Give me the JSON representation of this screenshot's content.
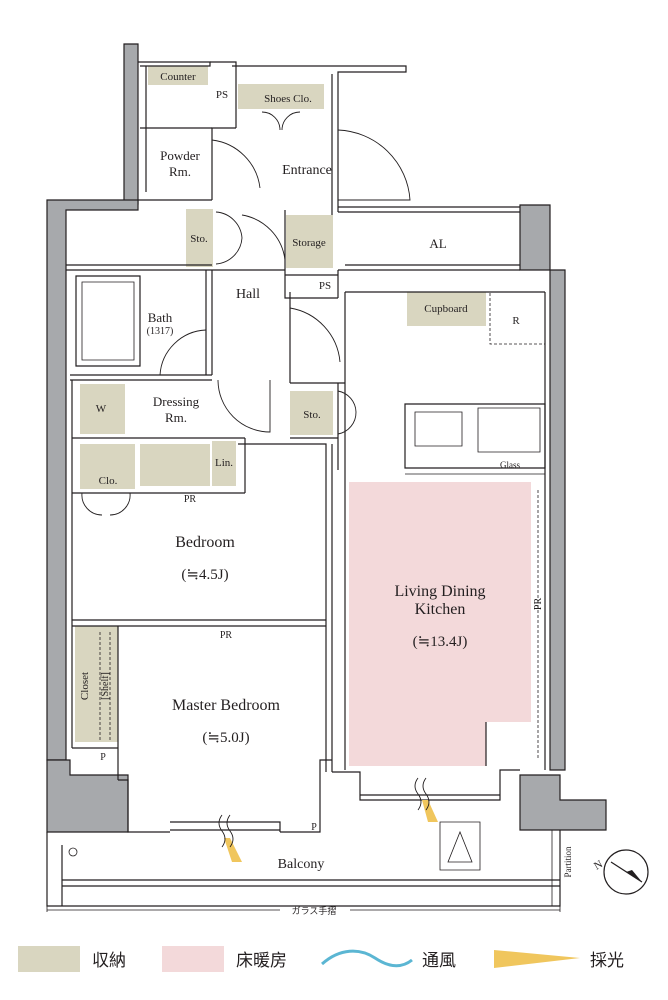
{
  "colors": {
    "storage": "#d9d6c0",
    "floor_heating": "#f3d9da",
    "wall": "#a7a9ac",
    "ventilation": "#5bb6d3",
    "daylight": "#f0c65d",
    "line": "#231f20"
  },
  "rooms": {
    "counter": "Counter",
    "ps1": "PS",
    "shoes_clo": "Shoes Clo.",
    "powder_line1": "Powder",
    "powder_line2": "Rm.",
    "entrance": "Entrance",
    "sto_hall": "Sto.",
    "storage": "Storage",
    "al": "AL",
    "hall": "Hall",
    "ps2": "PS",
    "bath": "Bath",
    "bath_size": "(1317)",
    "cupboard": "Cupboard",
    "r": "R",
    "w": "W",
    "dressing_line1": "Dressing",
    "dressing_line2": "Rm.",
    "sto_ldk": "Sto.",
    "lin": "Lin.",
    "glass": "Glass",
    "clo": "Clo.",
    "pr_bed": "PR",
    "bedroom": "Bedroom",
    "bedroom_size": "(≒4.5J)",
    "ldk_line1": "Living Dining",
    "ldk_line2": "Kitchen",
    "ldk_size": "(≒13.4J)",
    "pr_ldk": "PR",
    "pr_master": "PR",
    "closet": "Closet",
    "shelf": "[Shelf]",
    "master_bedroom": "Master Bedroom",
    "master_size": "(≒5.0J)",
    "p_left": "P",
    "p_balcony": "P",
    "balcony": "Balcony",
    "partition": "Partition",
    "glass_rail": "ガラス手摺",
    "north": "N"
  },
  "legend": {
    "storage": "収納",
    "floor_heating": "床暖房",
    "ventilation": "通風",
    "daylight": "採光"
  }
}
